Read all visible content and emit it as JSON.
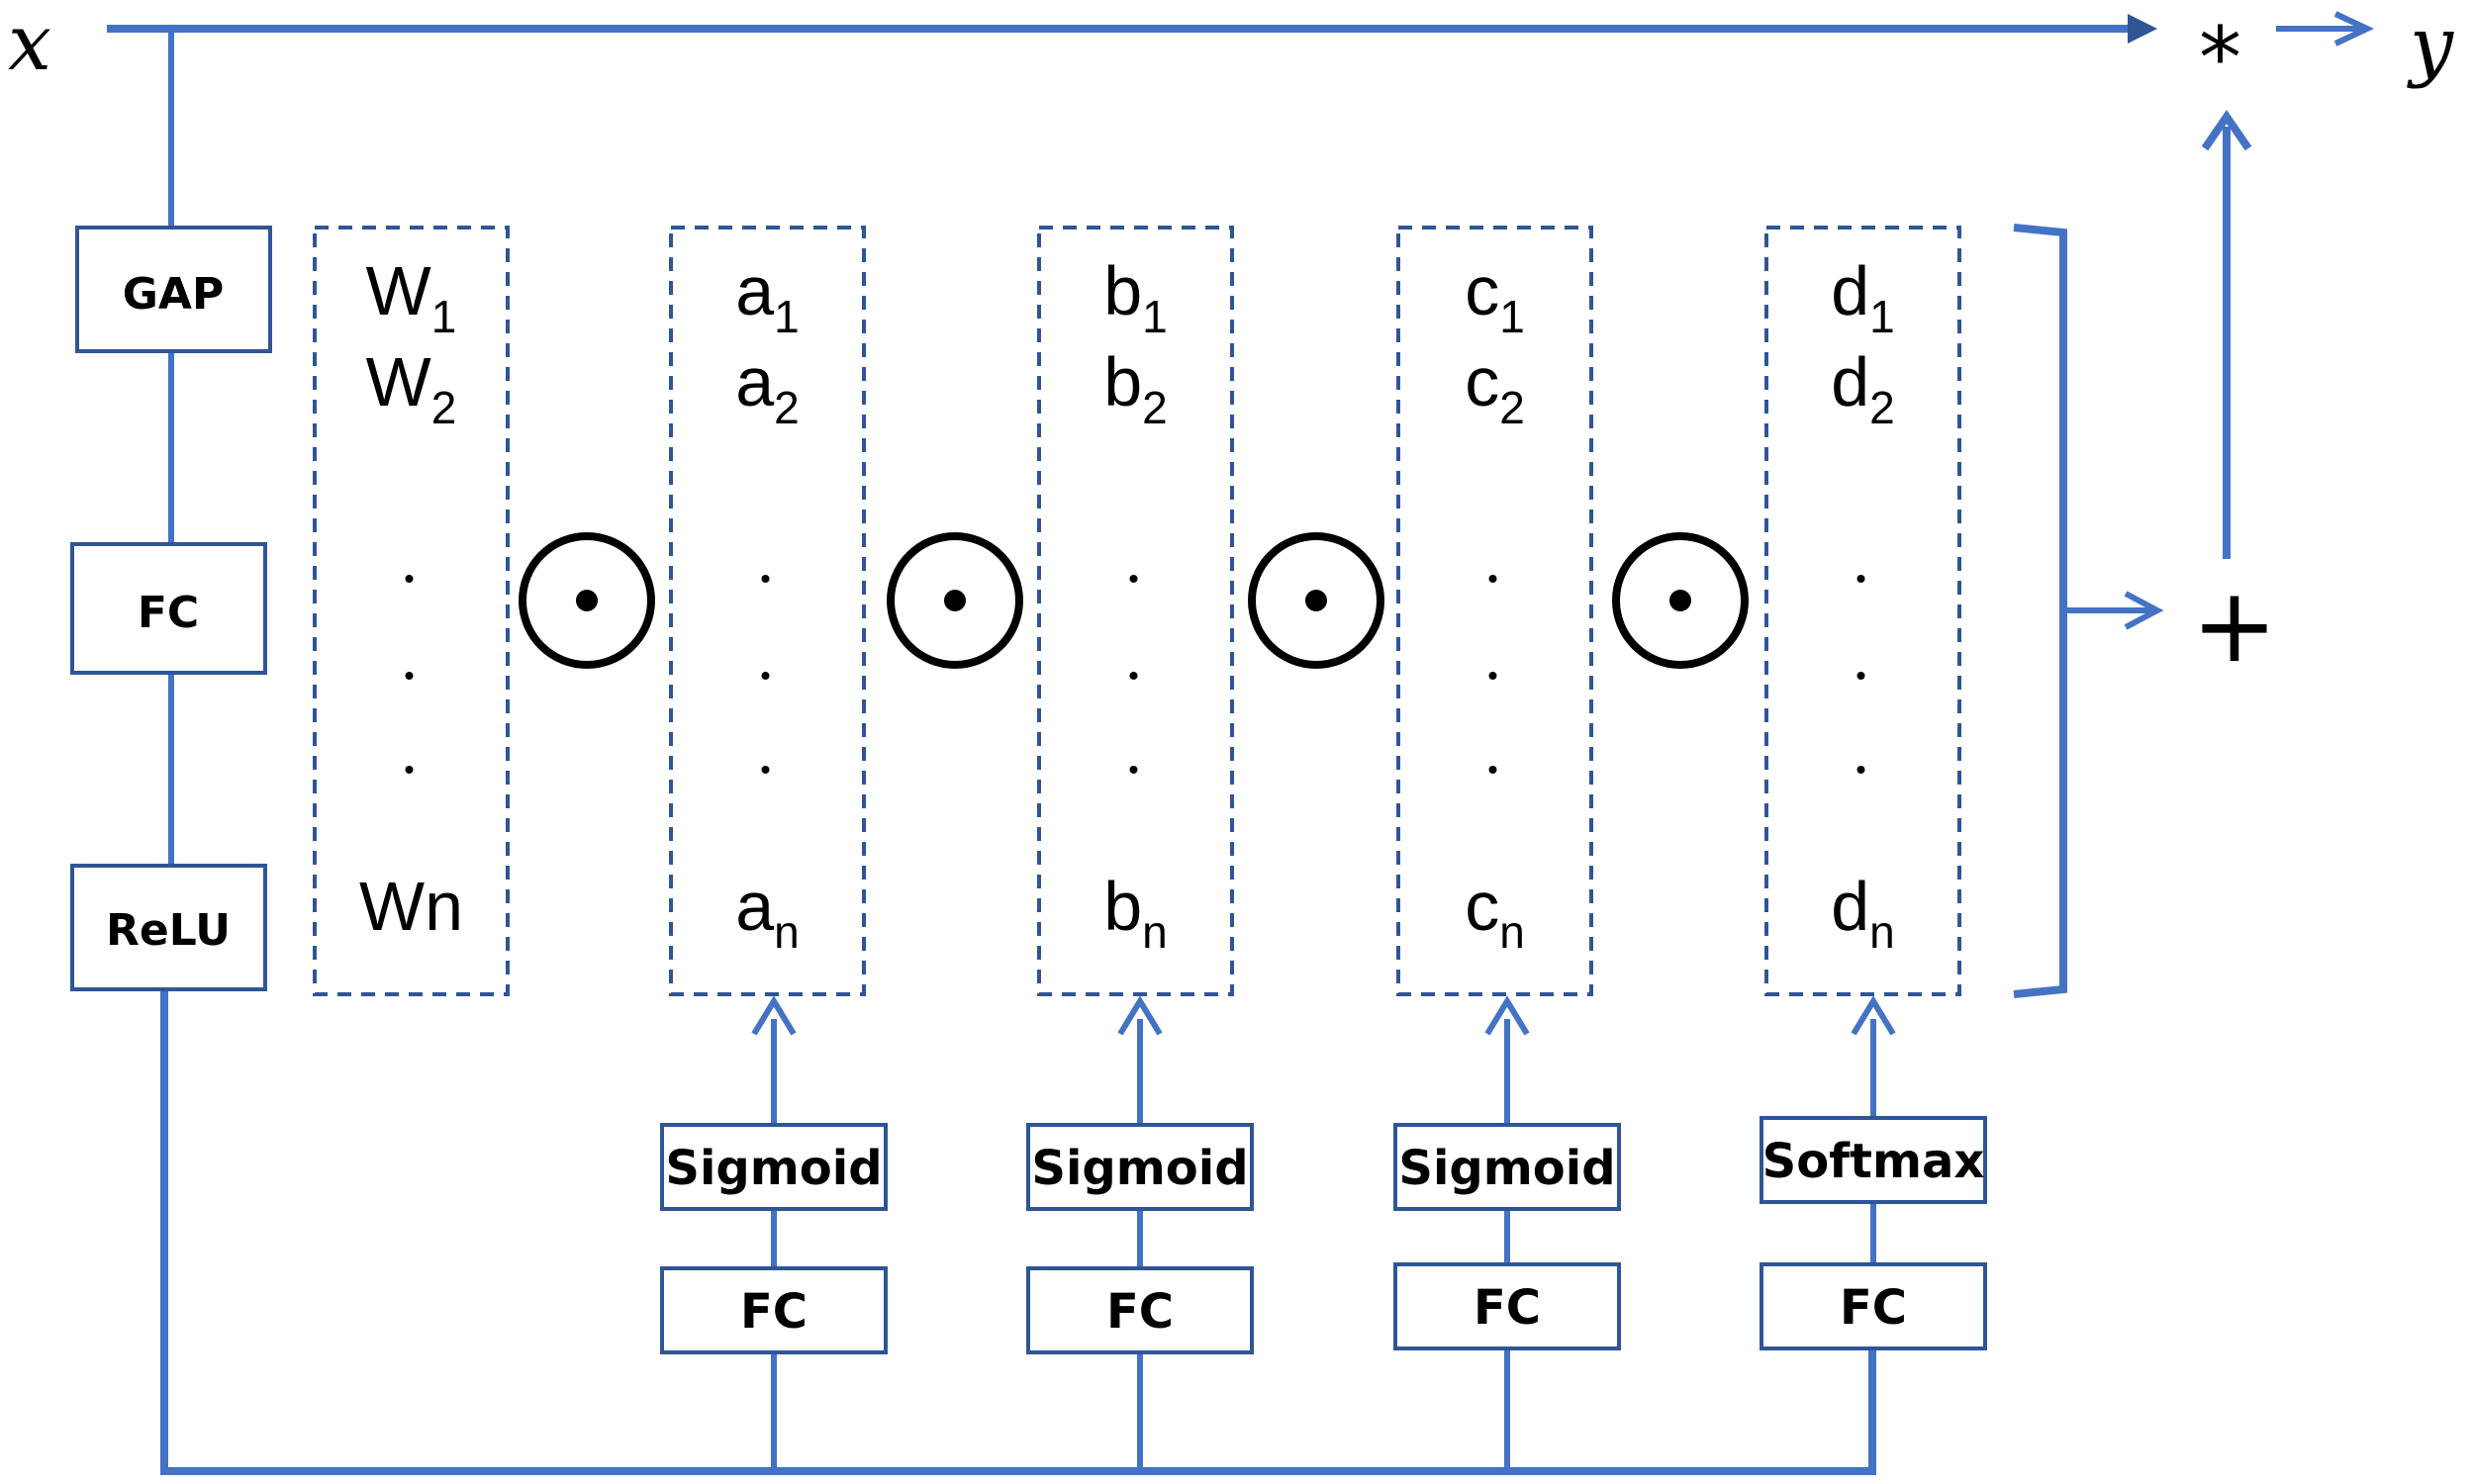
{
  "input_label": "x",
  "output_label": "y",
  "multiply_symbol": "*",
  "sum_symbol": "+",
  "elementwise_symbol": "⊙",
  "left_stack": [
    "GAP",
    "FC",
    "ReLU"
  ],
  "vectors": [
    {
      "first": "W",
      "first_sub": "1",
      "second": "W",
      "second_sub": "2",
      "last": "Wn",
      "last_sub": ""
    },
    {
      "first": "a",
      "first_sub": "1",
      "second": "a",
      "second_sub": "2",
      "last": "a",
      "last_sub": "n"
    },
    {
      "first": "b",
      "first_sub": "1",
      "second": "b",
      "second_sub": "2",
      "last": "b",
      "last_sub": "n"
    },
    {
      "first": "c",
      "first_sub": "1",
      "second": "c",
      "second_sub": "2",
      "last": "c",
      "last_sub": "n"
    },
    {
      "first": "d",
      "first_sub": "1",
      "second": "d",
      "second_sub": "2",
      "last": "d",
      "last_sub": "n"
    }
  ],
  "branches": [
    {
      "activation": "Sigmoid",
      "fc": "FC"
    },
    {
      "activation": "Sigmoid",
      "fc": "FC"
    },
    {
      "activation": "Sigmoid",
      "fc": "FC"
    },
    {
      "activation": "Softmax",
      "fc": "FC"
    }
  ],
  "colors": {
    "line": "#4472C4",
    "box_border": "#2F5597",
    "dashed": "#2F5597",
    "text": "#000000"
  }
}
